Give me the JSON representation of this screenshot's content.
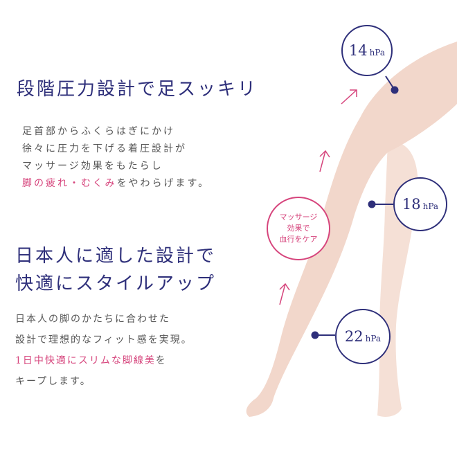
{
  "section1": {
    "heading": "段階圧力設計で足スッキリ",
    "lines": [
      "足首部からふくらはぎにかけ",
      "徐々に圧力を下げる着圧設計が",
      "マッサージ効果をもたらし"
    ],
    "last_accent": "脚の疲れ・むくみ",
    "last_rest": "をやわらげます。"
  },
  "section2": {
    "heading_lines": [
      "日本人に適した設計で",
      "快適にスタイルアップ"
    ],
    "lines": [
      "日本人の脚のかたちに合わせた",
      "設計で理想的なフィット感を実現。"
    ],
    "accent_line_accent": "1日中快適にスリムな脚線美",
    "accent_line_rest": "を",
    "last_line": "キープします。"
  },
  "badges": {
    "p14": {
      "value": "14",
      "unit": "hPa"
    },
    "p18": {
      "value": "18",
      "unit": "hPa"
    },
    "p22": {
      "value": "22",
      "unit": "hPa"
    }
  },
  "massage_badge": {
    "lines": [
      "マッサージ",
      "効果で",
      "血行をケア"
    ]
  },
  "colors": {
    "navy": "#2e2f7a",
    "pink": "#d6447c",
    "skin": "#f2d7cb",
    "text": "#555555"
  }
}
